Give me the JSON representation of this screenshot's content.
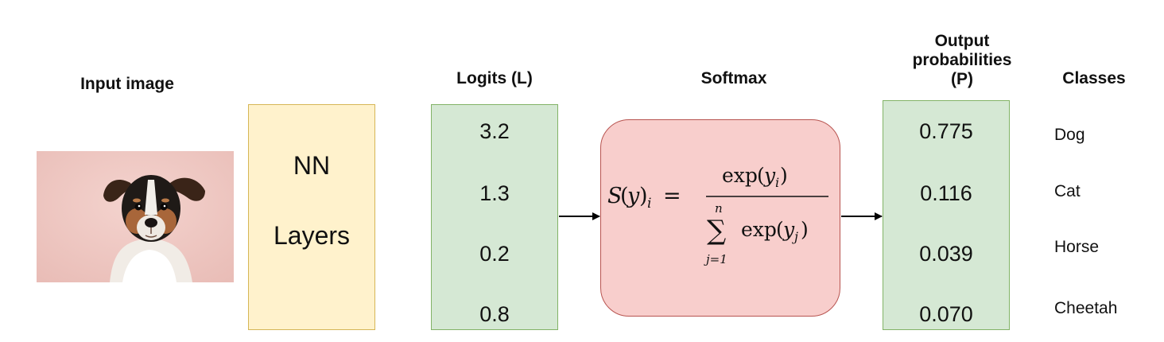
{
  "headings": {
    "input_image": "Input image",
    "logits": "Logits (L)",
    "softmax": "Softmax",
    "output_line1": "Output",
    "output_line2": "probabilities",
    "output_line3": "(P)",
    "classes": "Classes"
  },
  "nn_block": {
    "line1": "NN",
    "line2": "Layers"
  },
  "logits": [
    "3.2",
    "1.3",
    "0.2",
    "0.8"
  ],
  "probabilities": [
    "0.775",
    "0.116",
    "0.039",
    "0.070"
  ],
  "classes": [
    "Dog",
    "Cat",
    "Horse",
    "Cheetah"
  ],
  "formula": {
    "lhs_S": "S",
    "lhs_y": "y",
    "lhs_i": "i",
    "equals": "=",
    "num_fn": "exp",
    "num_var": "y",
    "num_sub": "i",
    "sum_top": "n",
    "sum_symbol": "∑",
    "sum_bottom": "j=1",
    "den_fn": "exp",
    "den_var": "y",
    "den_sub": "j"
  },
  "colors": {
    "nn_fill": "#fff2cc",
    "nn_border": "#d6b656",
    "green_fill": "#d5e8d4",
    "green_border": "#82b366",
    "softmax_fill": "#f8cecc",
    "softmax_border": "#b85450",
    "photo_background": "#efc9c4"
  },
  "icons": {
    "input_photo": "dog-photo-icon"
  }
}
